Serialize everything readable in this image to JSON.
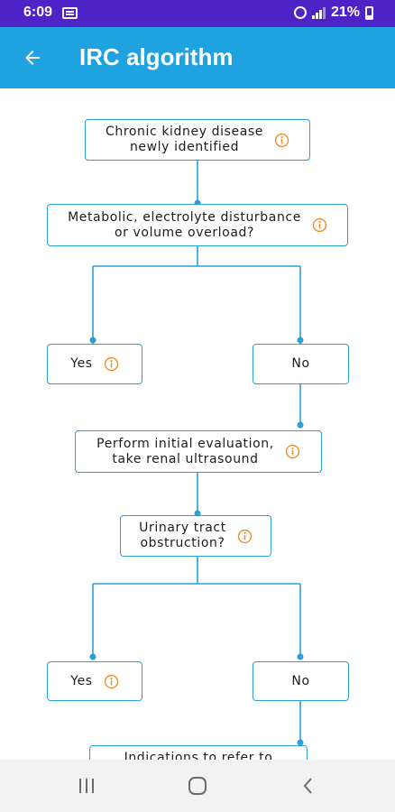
{
  "status_bar": {
    "time": "6:09",
    "battery": "21%",
    "notification_icon": "gallery-icon",
    "alarm_icon": "alarm-icon",
    "signal_icon": "signal-icon",
    "battery_icon": "battery-icon"
  },
  "app_bar": {
    "title": "IRC algorithm",
    "back_icon": "back-arrow-icon",
    "color": "#1ea3e0"
  },
  "flow": {
    "line_color": "#2a9fd8",
    "info_color": "#f08a24",
    "nodes": {
      "ckd": "Chronic kidney disease\nnewly identified",
      "metabolic": "Metabolic, electrolyte disturbance\nor volume overload?",
      "yes1": "Yes",
      "no1": "No",
      "evaluation": "Perform initial evaluation,\ntake renal ultrasound",
      "obstruction": "Urinary tract\nobstruction?",
      "yes2": "Yes",
      "no2": "No",
      "indications": "Indications to refer to"
    }
  },
  "nav_bar": {
    "recents_icon": "recents-icon",
    "home_icon": "home-icon",
    "back_icon": "nav-back-icon"
  }
}
